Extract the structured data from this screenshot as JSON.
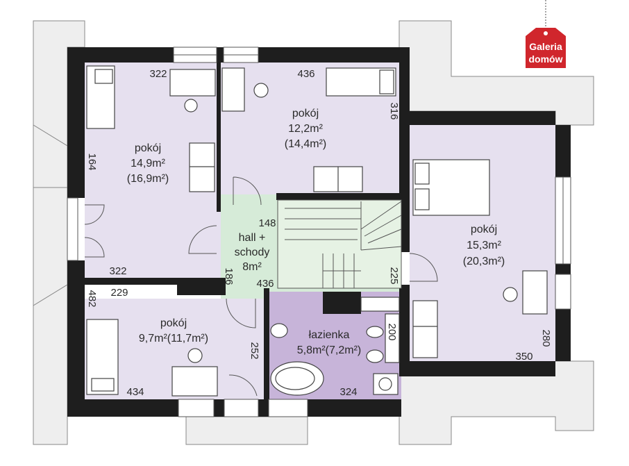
{
  "brand": {
    "line1": "Galeria",
    "line2": "domów",
    "color": "#d0262c"
  },
  "colors": {
    "room": "#e6e0ef",
    "hall": "#d6ebd8",
    "bath": "#c7b4d9",
    "wall": "#1e1e1e"
  },
  "rooms": [
    {
      "name": "pokój",
      "area": "14,9m²",
      "area_alt": "(16,9m²)"
    },
    {
      "name": "pokój",
      "area": "12,2m²",
      "area_alt": "(14,4m²)"
    },
    {
      "name": "pokój",
      "area": "15,3m²",
      "area_alt": "(20,3m²)"
    },
    {
      "name": "hall +",
      "area": "schody",
      "area_alt": "8m²"
    },
    {
      "name": "pokój",
      "area": "9,7m²(11,7m²)"
    },
    {
      "name": "łazienka",
      "area": "5,8m²(7,2m²)"
    }
  ],
  "dimensions": {
    "d322_top": "322",
    "d436_top": "436",
    "d316": "316",
    "d164": "164",
    "d148": "148",
    "d322_bottom": "322",
    "d186": "186",
    "d436_hall": "436",
    "d225_hall": "225",
    "d229": "229",
    "d482": "482",
    "d252": "252",
    "d434": "434",
    "d324": "324",
    "d200": "200",
    "d280": "280",
    "d350": "350"
  }
}
